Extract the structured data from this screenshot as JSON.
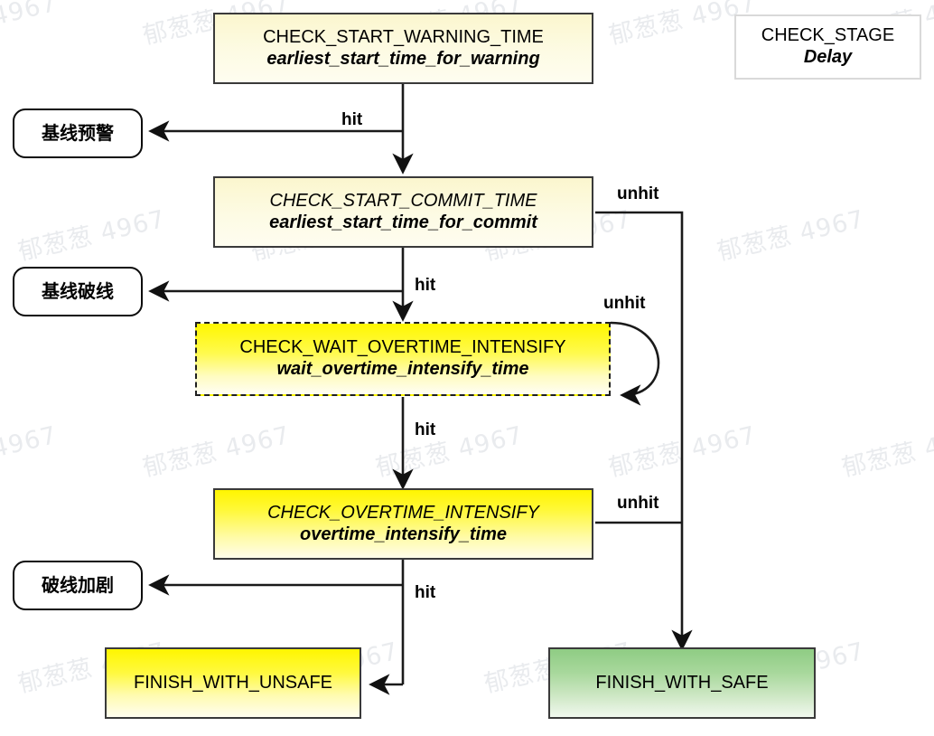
{
  "diagram": {
    "title": "CHECK_STAGE Delay flow",
    "background": "#ffffff",
    "colors": {
      "state_border": "#3a3a3a",
      "terminal_border": "#0c0c0c",
      "legend_border": "#d9d9d9",
      "yellow": "#fff600",
      "pale_yellow": "#fbf6ce",
      "green": "#8fcc84",
      "edge": "#1a1a1a",
      "watermark": "#e9ebee"
    },
    "watermark": {
      "text": "郁葱葱 4967",
      "rotation_deg": -13
    }
  },
  "legend": {
    "name": "check-stage-legend",
    "line1": "CHECK_STAGE",
    "line2": "Delay"
  },
  "nodes": [
    {
      "id": "check-start-warning-time",
      "line1": "CHECK_START_WARNING_TIME",
      "line2": "earliest_start_time_for_warning",
      "shape": "rectangle",
      "fill": "pale-yellow-gradient",
      "border": "solid"
    },
    {
      "id": "check-start-commit-time",
      "line1": "CHECK_START_COMMIT_TIME",
      "line2": "earliest_start_time_for_commit",
      "shape": "rectangle",
      "fill": "pale-yellow-gradient",
      "border": "solid"
    },
    {
      "id": "check-wait-overtime-intensify",
      "line1": "CHECK_WAIT_OVERTIME_INTENSIFY",
      "line2": "wait_overtime_intensify_time",
      "shape": "rectangle",
      "fill": "yellow-gradient",
      "border": "dashed"
    },
    {
      "id": "check-overtime-intensify",
      "line1": "CHECK_OVERTIME_INTENSIFY",
      "line2": "overtime_intensify_time",
      "shape": "rectangle",
      "fill": "yellow-gradient",
      "border": "solid"
    },
    {
      "id": "finish-with-unsafe",
      "line1": "FINISH_WITH_UNSAFE",
      "line2": "",
      "shape": "rectangle",
      "fill": "yellow-gradient",
      "border": "solid"
    },
    {
      "id": "finish-with-safe",
      "line1": "FINISH_WITH_SAFE",
      "line2": "",
      "shape": "rectangle",
      "fill": "green-gradient",
      "border": "solid"
    }
  ],
  "terminals": [
    {
      "id": "baseline-warning",
      "label": "基线预警"
    },
    {
      "id": "baseline-break",
      "label": "基线破线"
    },
    {
      "id": "break-intensify",
      "label": "破线加剧"
    }
  ],
  "edges": [
    {
      "id": "warning-hit-to-terminal",
      "label": "hit",
      "from": "check-start-warning-time",
      "to": "baseline-warning"
    },
    {
      "id": "warning-to-commit",
      "label": "",
      "from": "check-start-warning-time",
      "to": "check-start-commit-time"
    },
    {
      "id": "commit-hit-to-terminal",
      "label": "hit",
      "from": "check-start-commit-time",
      "to": "baseline-break"
    },
    {
      "id": "commit-to-wait",
      "label": "",
      "from": "check-start-commit-time",
      "to": "check-wait-overtime-intensify"
    },
    {
      "id": "commit-unhit-to-safe",
      "label": "unhit",
      "from": "check-start-commit-time",
      "to": "finish-with-safe"
    },
    {
      "id": "wait-self-unhit",
      "label": "unhit",
      "from": "check-wait-overtime-intensify",
      "to": "check-wait-overtime-intensify"
    },
    {
      "id": "wait-hit-to-overtime",
      "label": "hit",
      "from": "check-wait-overtime-intensify",
      "to": "check-overtime-intensify"
    },
    {
      "id": "overtime-hit-to-terminal",
      "label": "hit",
      "from": "check-overtime-intensify",
      "to": "break-intensify"
    },
    {
      "id": "overtime-hit-to-unsafe",
      "label": "hit",
      "from": "check-overtime-intensify",
      "to": "finish-with-unsafe"
    },
    {
      "id": "overtime-unhit-to-safe",
      "label": "unhit",
      "from": "check-overtime-intensify",
      "to": "finish-with-safe"
    }
  ],
  "edge_labels": {
    "hit_1": "hit",
    "hit_2": "hit",
    "hit_3": "hit",
    "hit_4": "hit",
    "unhit_1": "unhit",
    "unhit_2": "unhit",
    "unhit_3": "unhit"
  }
}
